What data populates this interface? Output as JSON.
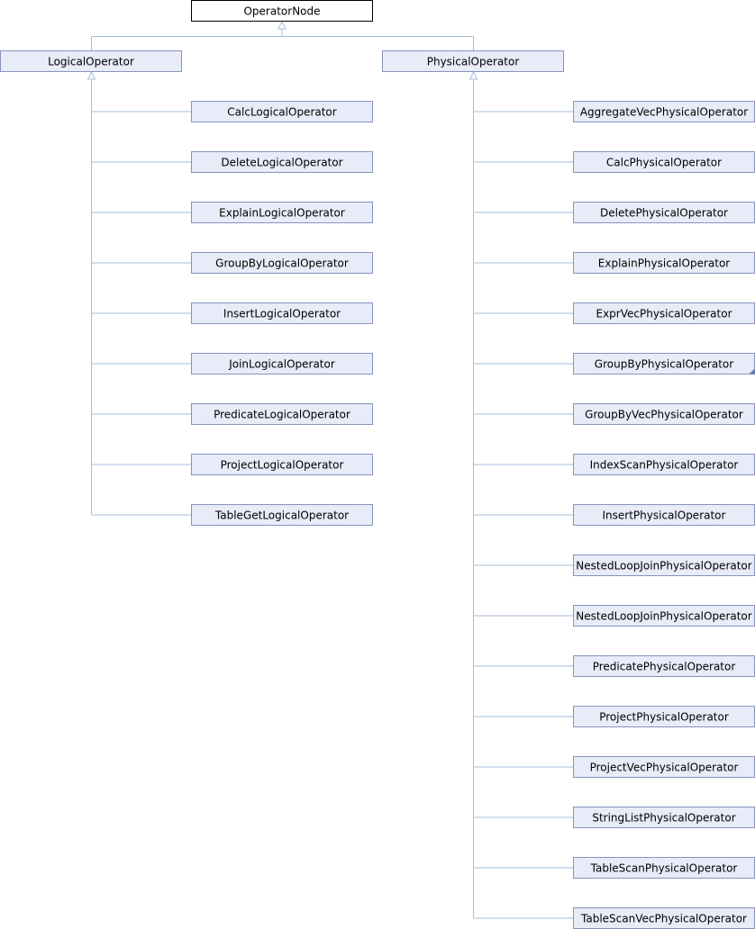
{
  "root": {
    "label": "OperatorNode"
  },
  "groups": [
    {
      "id": "logical",
      "label": "LogicalOperator",
      "children": [
        "CalcLogicalOperator",
        "DeleteLogicalOperator",
        "ExplainLogicalOperator",
        "GroupByLogicalOperator",
        "InsertLogicalOperator",
        "JoinLogicalOperator",
        "PredicateLogicalOperator",
        "ProjectLogicalOperator",
        "TableGetLogicalOperator"
      ]
    },
    {
      "id": "physical",
      "label": "PhysicalOperator",
      "children": [
        "AggregateVecPhysicalOperator",
        "CalcPhysicalOperator",
        "DeletePhysicalOperator",
        "ExplainPhysicalOperator",
        "ExprVecPhysicalOperator",
        "GroupByPhysicalOperator",
        "GroupByVecPhysicalOperator",
        "IndexScanPhysicalOperator",
        "InsertPhysicalOperator",
        "NestedLoopJoinPhysicalOperator",
        "NestedLoopJoinPhysicalOperator",
        "PredicatePhysicalOperator",
        "ProjectPhysicalOperator",
        "ProjectVecPhysicalOperator",
        "StringListPhysicalOperator",
        "TableScanPhysicalOperator",
        "TableScanVecPhysicalOperator"
      ],
      "has_more_marker": [
        "GroupByPhysicalOperator"
      ]
    }
  ],
  "colors": {
    "node_fill": "#e8ecf8",
    "node_border": "#8593c0",
    "root_fill": "#ffffff",
    "root_border": "#000000",
    "edge": "#a7bcd9",
    "marker": "#5a7ac0"
  }
}
